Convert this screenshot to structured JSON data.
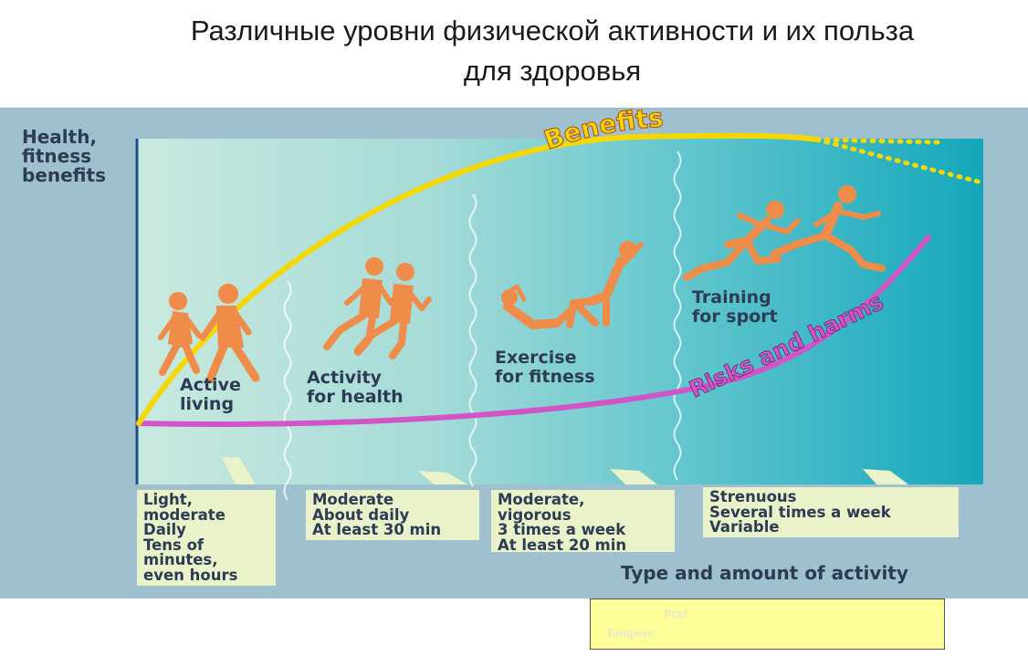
{
  "title": {
    "line1": "Различные уровни физической активности и их польза",
    "line2": "для здоровья"
  },
  "diagram": {
    "y_axis_label": [
      "Health,",
      "fitness",
      "benefits"
    ],
    "x_axis_label": "Type and amount of activity",
    "curves": {
      "benefits": {
        "label": "Benefits",
        "color": "#f5d800"
      },
      "risks": {
        "label": "Risks and harms",
        "color": "#d255c8"
      }
    },
    "figure_color": "#ef8c4a",
    "zones": [
      {
        "label": [
          "Active",
          "living"
        ],
        "description": [
          "Light,",
          "moderate",
          "Daily",
          "Tens of",
          "minutes,",
          "even hours"
        ]
      },
      {
        "label": [
          "Activity",
          "for health"
        ],
        "description": [
          "Moderate",
          "About daily",
          "At least 30 min"
        ]
      },
      {
        "label": [
          "Exercise",
          "for fitness"
        ],
        "description": [
          "Moderate,",
          "vigorous",
          "3 times a week",
          "At least 20 min"
        ]
      },
      {
        "label": [
          "Training",
          "for sport"
        ],
        "description": [
          "Strenuous",
          "Several times a week",
          "Variable"
        ]
      }
    ]
  },
  "note": {
    "line1": "Prof",
    "line2": "Tampere"
  }
}
